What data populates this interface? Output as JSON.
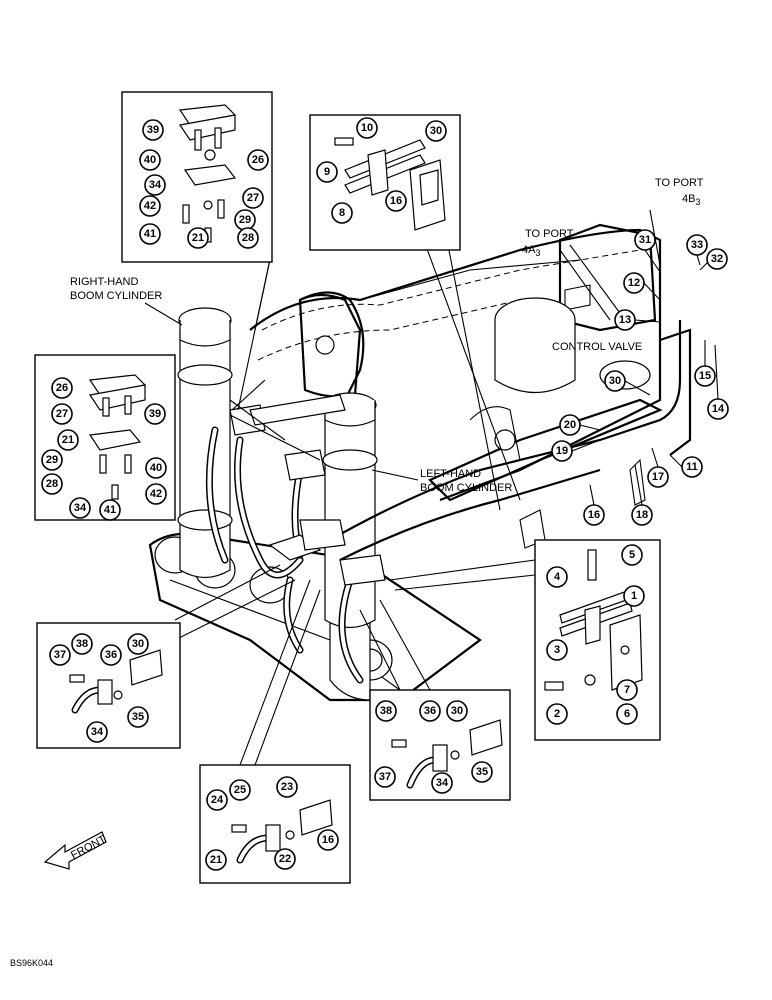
{
  "labels": {
    "right_hand_line1": "RIGHT-HAND",
    "right_hand_line2": "BOOM CYLINDER",
    "left_hand_line1": "LEFT-HAND",
    "left_hand_line2": "BOOM CYLINDER",
    "port_4a3_line1": "TO PORT",
    "port_4a3_line2": "4A",
    "port_4a3_sub": "3",
    "port_4b3_line1": "TO PORT",
    "port_4b3_line2": "4B",
    "port_4b3_sub": "3",
    "control_valve": "CONTROL VALVE",
    "front": "FRONT",
    "drawing_code": "BS96K044"
  },
  "callouts": {
    "n1": "1",
    "n2": "2",
    "n3": "3",
    "n4": "4",
    "n5": "5",
    "n6": "6",
    "n7": "7",
    "n8": "8",
    "n9": "9",
    "n10": "10",
    "n11": "11",
    "n12": "12",
    "n13": "13",
    "n14": "14",
    "n15": "15",
    "n16": "16",
    "n17": "17",
    "n18": "18",
    "n19": "19",
    "n20": "20",
    "n21": "21",
    "n22": "22",
    "n23": "23",
    "n24": "24",
    "n25": "25",
    "n26": "26",
    "n27": "27",
    "n28": "28",
    "n29": "29",
    "n30": "30",
    "n31": "31",
    "n32": "32",
    "n33": "33",
    "n34": "34",
    "n35": "35",
    "n36": "36",
    "n37": "37",
    "n38": "38",
    "n39": "39",
    "n40": "40",
    "n41": "41",
    "n42": "42"
  }
}
